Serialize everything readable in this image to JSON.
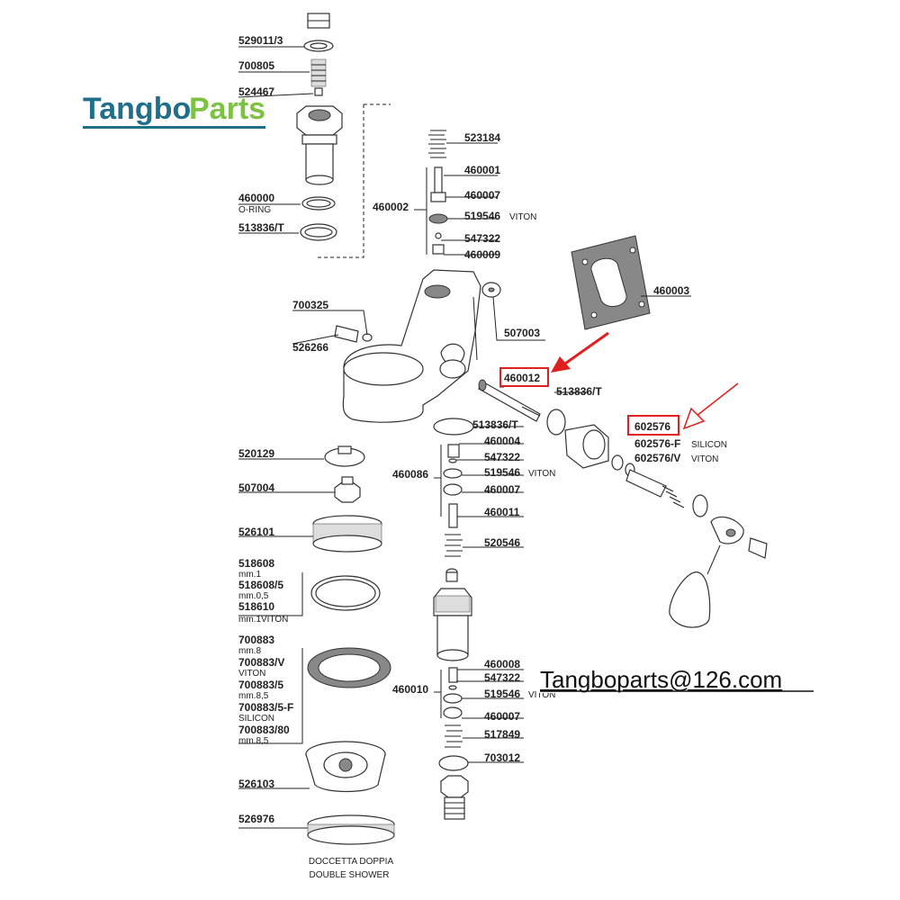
{
  "brand": {
    "part1": "Tangbo",
    "part2": "Parts",
    "color1": "#1f6f8b",
    "color2": "#7dc242"
  },
  "email": "Tangboparts@126.com",
  "highlight_color": "#e02020",
  "parts": {
    "p529011_3": "529011/3",
    "p700805": "700805",
    "p524467": "524467",
    "p460000": "460000",
    "p460000_sub": "O-RING",
    "p513836T_a": "513836/T",
    "p523184": "523184",
    "p460001": "460001",
    "p460002": "460002",
    "p460007_a": "460007",
    "p519546_a": "519546",
    "p519546_a_sub": "VITON",
    "p547322_a": "547322",
    "p460009": "460009",
    "p460003": "460003",
    "p700325": "700325",
    "p526266": "526266",
    "p507003": "507003",
    "p460012": "460012",
    "p513836T_b": "513836/T",
    "p602576": "602576",
    "p602576F": "602576-F",
    "p602576F_sub": "SILICON",
    "p602576V": "602576/V",
    "p602576V_sub": "VITON",
    "p513836T_c": "513836/T",
    "p460004": "460004",
    "p547322_b": "547322",
    "p460086": "460086",
    "p519546_b": "519546",
    "p519546_b_sub": "VITON",
    "p460007_b": "460007",
    "p460011": "460011",
    "p520546": "520546",
    "p520129": "520129",
    "p507004": "507004",
    "p526101": "526101",
    "p518608": "518608",
    "p518608_sub": "mm.1",
    "p518608_5": "518608/5",
    "p518608_5_sub": "mm.0,5",
    "p518610": "518610",
    "p518610_sub": "mm.1VITON",
    "p700883": "700883",
    "p700883_sub": "mm.8",
    "p700883V": "700883/V",
    "p700883V_sub": "VITON",
    "p700883_5": "700883/5",
    "p700883_5_sub": "mm.8,5",
    "p700883_5F": "700883/5-F",
    "p700883_5F_sub": "SILICON",
    "p700883_80": "700883/80",
    "p700883_80_sub": "mm.8,5",
    "p526103": "526103",
    "p526976": "526976",
    "p460008": "460008",
    "p547322_c": "547322",
    "p460010": "460010",
    "p519546_c": "519546",
    "p519546_c_sub": "VITON",
    "p460007_c": "460007",
    "p517849": "517849",
    "p703012": "703012",
    "doccetta": "DOCCETTA DOPPIA",
    "double_shower": "DOUBLE SHOWER"
  }
}
